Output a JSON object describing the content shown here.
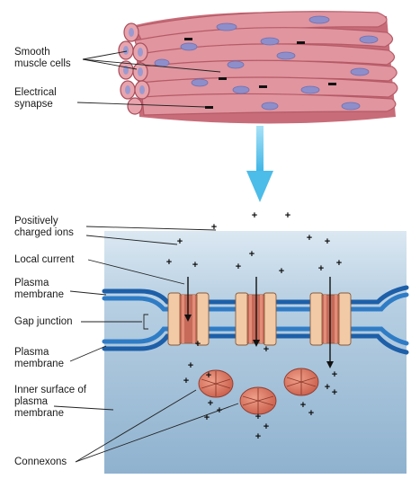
{
  "labels": {
    "smooth_muscle": [
      "Smooth",
      "muscle cells"
    ],
    "electrical_synapse": [
      "Electrical",
      "synapse"
    ],
    "positive_ions": [
      "Positively",
      "charged ions"
    ],
    "local_current": [
      "Local current"
    ],
    "plasma_membrane_top": [
      "Plasma",
      "membrane"
    ],
    "gap_junction": [
      "Gap junction"
    ],
    "plasma_membrane_bottom": [
      "Plasma",
      "membrane"
    ],
    "inner_surface": [
      "Inner surface of",
      "plasma",
      "membrane"
    ],
    "connexons": [
      "Connexons"
    ]
  },
  "ion_symbol": "+",
  "colors": {
    "muscle": "#d9848f",
    "muscle_dark": "#b95f6d",
    "nucleus": "#8f8fc9",
    "arrow": "#5cc4ea",
    "cytoplasm": "#a9c5dc",
    "membrane": "#1f67b1",
    "connexon": "#f0c7a2",
    "connexon_pore": "#c76a5a"
  }
}
